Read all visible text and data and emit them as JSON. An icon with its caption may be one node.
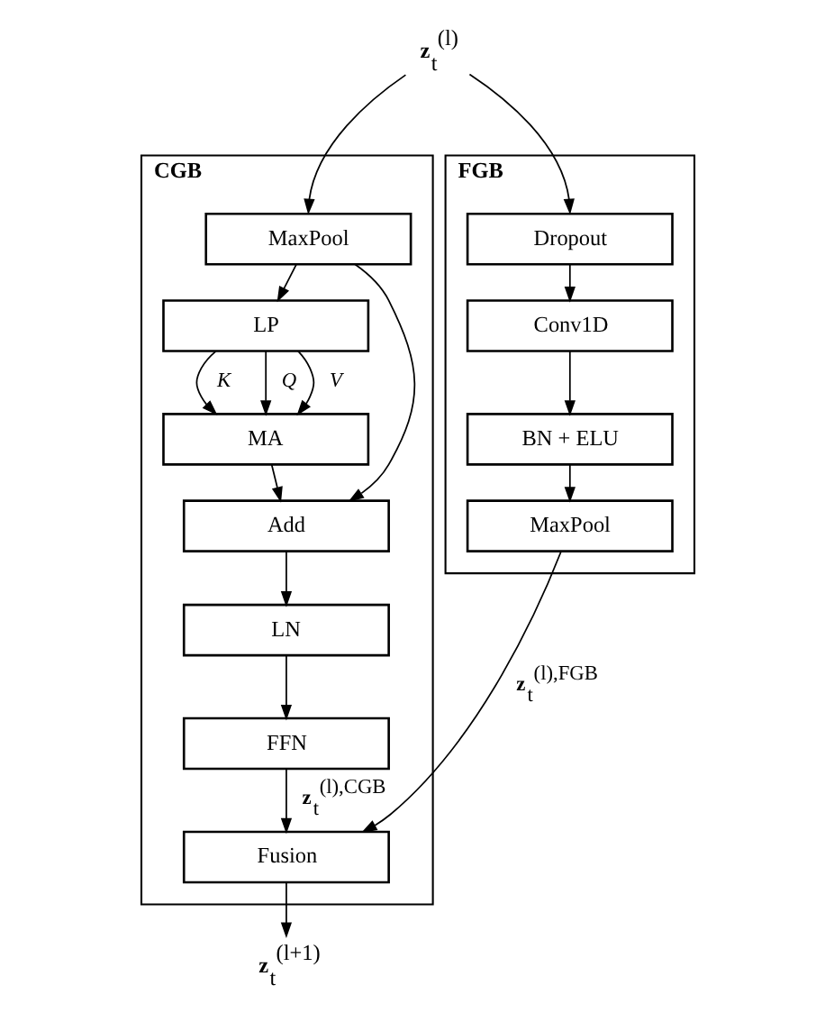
{
  "diagram": {
    "nodes": [
      {
        "text": [
          "**z**$_{t}$$^{(l)}$"
        ]
      },
      {
        "text": [
          "CGB"
        ]
      },
      {
        "text": [
          "MaxPool"
        ],
        "in": 1
      },
      {
        "text": [
          "LP"
        ],
        "in": 1
      },
      {
        "text": [
          "MA"
        ],
        "in": 1
      },
      {
        "text": [
          "Add"
        ],
        "in": 1
      },
      {
        "text": [
          "LN"
        ],
        "in": 1
      },
      {
        "text": [
          "FFN"
        ],
        "in": 1
      },
      {
        "text": [
          "Fusion"
        ],
        "in": 1
      },
      {
        "text": [
          "FGB"
        ]
      },
      {
        "text": [
          "Dropout"
        ],
        "in": 9
      },
      {
        "text": [
          "Conv1D"
        ],
        "in": 9
      },
      {
        "text": [
          "BN + ELU"
        ],
        "in": 9
      },
      {
        "text": [
          "MaxPool"
        ],
        "in": 9
      },
      {
        "text": [
          "**z**$_{t}$$^{(l+1)}$"
        ]
      }
    ],
    "edges": [
      {
        "from": 0,
        "to": 2,
        "arrow": "to"
      },
      {
        "from": 0,
        "to": 10,
        "arrow": "to"
      },
      {
        "from": 2,
        "to": 3,
        "arrow": "to"
      },
      {
        "from": 2,
        "to": 5,
        "arrow": "to"
      },
      {
        "from": 3,
        "to": 4,
        "arrow": "to",
        "label": "K"
      },
      {
        "from": 3,
        "to": 4,
        "arrow": "to",
        "label": "Q"
      },
      {
        "from": 3,
        "to": 4,
        "arrow": "to",
        "label": "V"
      },
      {
        "from": 4,
        "to": 5,
        "arrow": "to"
      },
      {
        "from": 5,
        "to": 6,
        "arrow": "to"
      },
      {
        "from": 6,
        "to": 7,
        "arrow": "to"
      },
      {
        "from": 7,
        "to": 8,
        "arrow": "to",
        "label": "**z**$_{t}$$^{(l),CGB}$"
      },
      {
        "from": 10,
        "to": 11,
        "arrow": "to"
      },
      {
        "from": 11,
        "to": 12,
        "arrow": "to"
      },
      {
        "from": 12,
        "to": 13,
        "arrow": "to"
      },
      {
        "from": 13,
        "to": 8,
        "arrow": "to",
        "label": "**z**$_{t}$$^{(l),FGB}$"
      },
      {
        "from": 8,
        "to": 14,
        "arrow": "to"
      }
    ]
  }
}
